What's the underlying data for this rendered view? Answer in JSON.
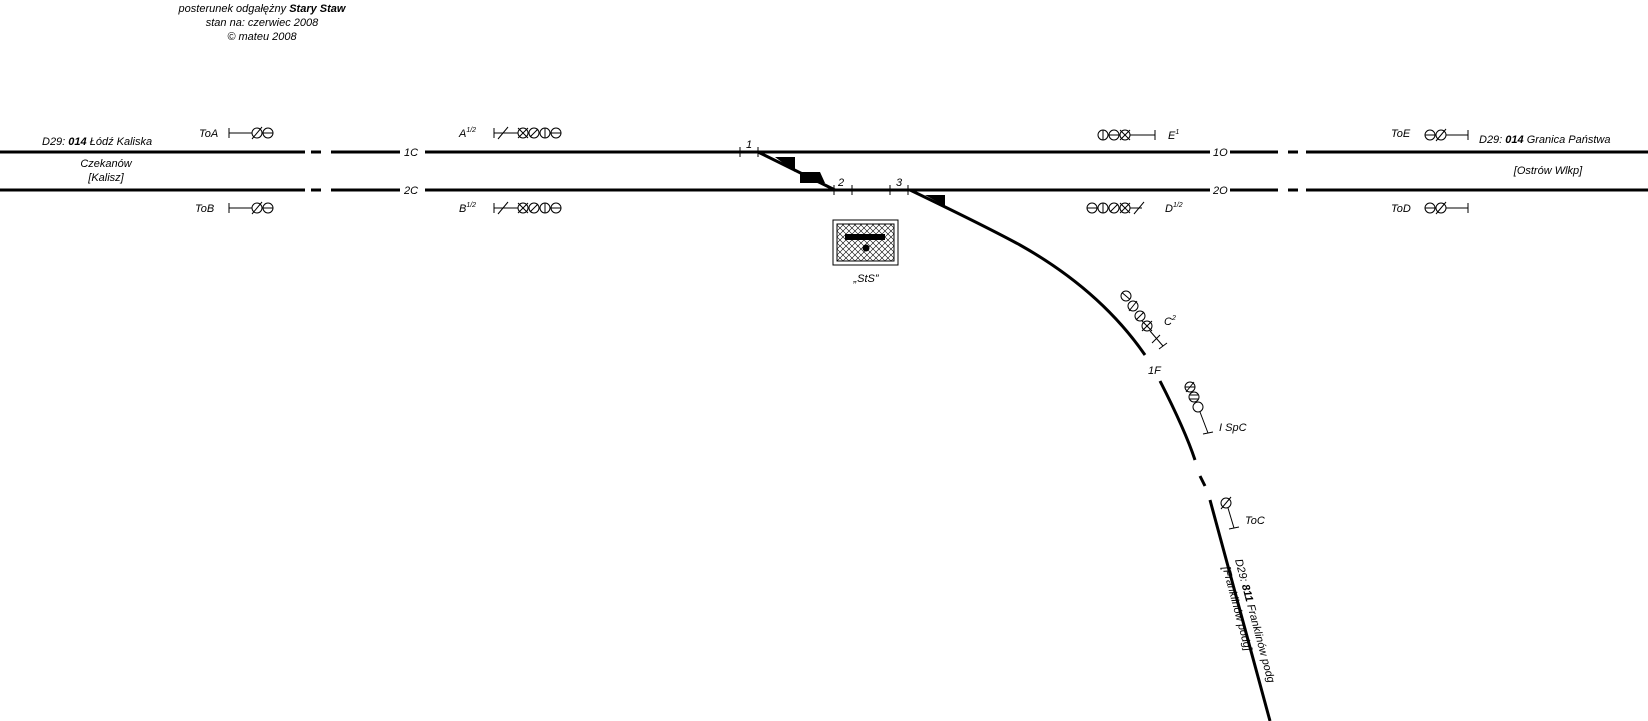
{
  "header": {
    "line1_prefix": "posterunek odgałężny ",
    "line1_name": "Stary Staw",
    "line2": "stan na: czerwiec 2008",
    "line3": "© mateu 2008"
  },
  "lines": {
    "left": {
      "code": "D29: ",
      "number": "014",
      "name": " Łódź Kaliska",
      "station": "Czekanów",
      "station2": "[Kalisz]"
    },
    "right": {
      "code": "D29: ",
      "number": "014",
      "name": " Granica Państwa",
      "station": "[Ostrów Wlkp]"
    },
    "branch": {
      "code": "D29: ",
      "number": "811",
      "name": " Franklinów podg",
      "station": "[Franklinów podg]"
    }
  },
  "signals": {
    "ToA": "ToA",
    "ToB": "ToB",
    "ToE": "ToE",
    "ToD": "ToD",
    "ToC": "ToC",
    "A": "A",
    "A_sup": "1/2",
    "B": "B",
    "B_sup": "1/2",
    "E": "E",
    "E_sup": "1",
    "D": "D",
    "D_sup": "1/2",
    "C": "C",
    "C_sup": "2",
    "ISpC": "I SpC"
  },
  "track_labels": {
    "t1C": "1C",
    "t2C": "2C",
    "t1O": "1O",
    "t2O": "2O",
    "t1F": "1F"
  },
  "switches": {
    "s1": "1",
    "s2": "2",
    "s3": "3"
  },
  "box": {
    "name": "„StS”"
  }
}
